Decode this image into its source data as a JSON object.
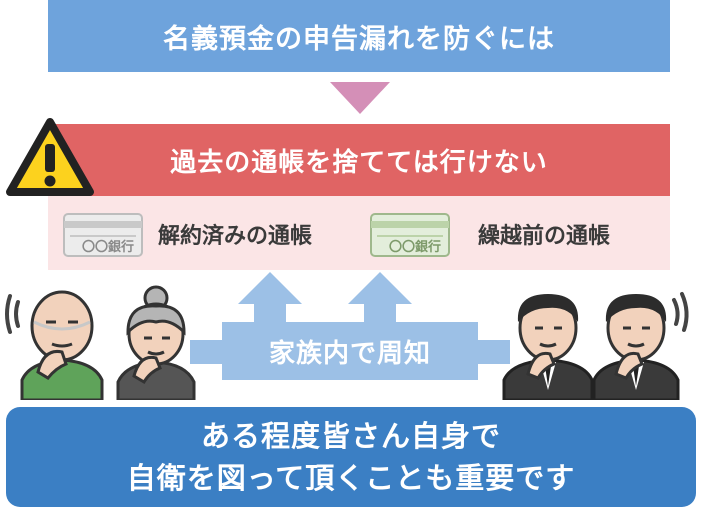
{
  "header": {
    "title": "名義預金の申告漏れを防ぐには"
  },
  "warning": {
    "text": "過去の通帳を捨てては行けない"
  },
  "passbooks": [
    {
      "label": "解約済みの通帳",
      "bank_text": "〇〇銀行",
      "color": "#d9d9d9"
    },
    {
      "label": "繰越前の通帳",
      "bank_text": "〇〇銀行",
      "color": "#cfe0c3"
    }
  ],
  "family_message": {
    "text": "家族内で周知"
  },
  "bottom_message": {
    "line1": "ある程度皆さん自身で",
    "line2": "自衛を図って頂くことも重要です"
  },
  "colors": {
    "header_blue": "#6ea3dc",
    "arrow_pink": "#d48fb7",
    "warning_red": "#e06464",
    "panel_pink": "#fbe5e6",
    "arrow_blue": "#9cc0e6",
    "bottom_blue": "#3b7fc4"
  },
  "icons": [
    "caution-icon",
    "passbook-icon",
    "elderly-man-icon",
    "elderly-woman-icon",
    "businessman-icon"
  ]
}
